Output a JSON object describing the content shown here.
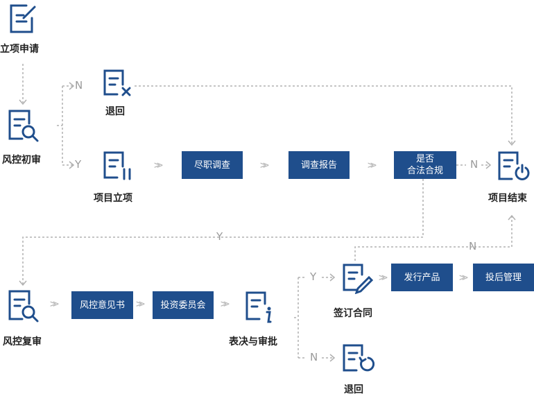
{
  "nodes": {
    "apply": {
      "label": "立项申请",
      "icon": "form-edit-icon"
    },
    "initial_review": {
      "label": "风控初审",
      "icon": "form-search-icon"
    },
    "reject_1": {
      "label": "退回",
      "icon": "form-close-icon"
    },
    "project_setup": {
      "label": "项目立项",
      "icon": "form-pause-icon"
    },
    "due_diligence": {
      "label": "尽职调查"
    },
    "survey_report": {
      "label": "调查报告"
    },
    "compliance_check": {
      "label": "是否\n合法合规"
    },
    "project_end": {
      "label": "项目结束",
      "icon": "form-power-icon"
    },
    "second_review": {
      "label": "风控复审",
      "icon": "form-search-icon"
    },
    "risk_opinion": {
      "label": "风控意见书"
    },
    "investment_committee": {
      "label": "投资委员会"
    },
    "vote_approval": {
      "label": "表决与审批",
      "icon": "form-info-icon"
    },
    "sign_contract": {
      "label": "签订合同",
      "icon": "form-pen-icon"
    },
    "issue_product": {
      "label": "发行产品"
    },
    "post_investment": {
      "label": "投后管理"
    },
    "reject_2": {
      "label": "退回",
      "icon": "form-undo-icon"
    }
  },
  "branches": {
    "no": "N",
    "yes": "Y"
  },
  "colors": {
    "box_fill": "#1f4e8c",
    "icon_stroke": "#1f4e8c",
    "connector": "#b0b0b0"
  }
}
